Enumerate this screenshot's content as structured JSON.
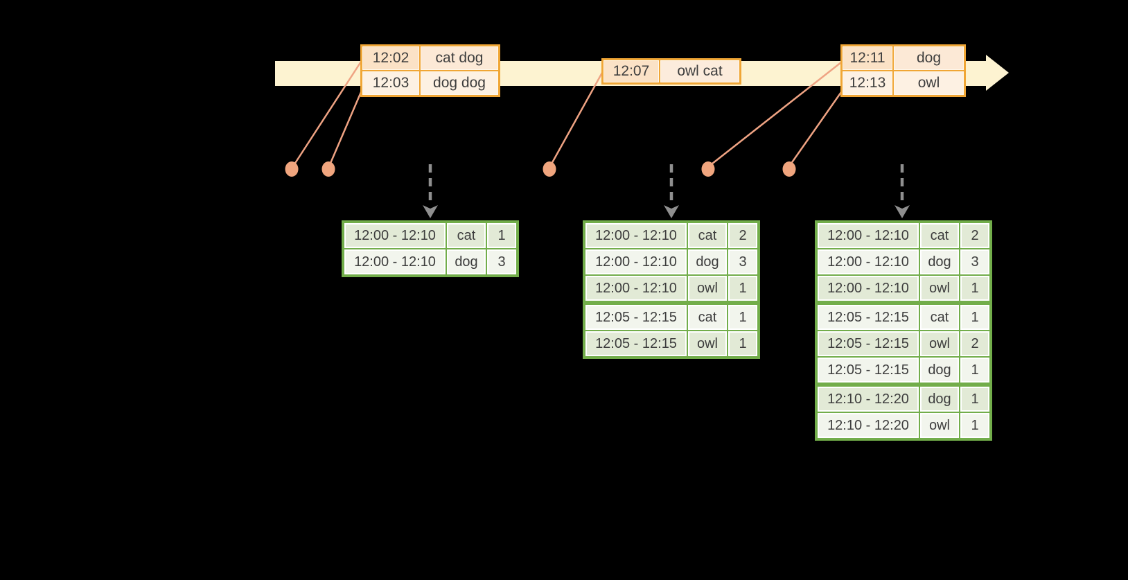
{
  "colors": {
    "background": "#000000",
    "timeline_band": "#fdf3d1",
    "event_table_border": "#f0a636",
    "event_row_dark": "#fbe2c6",
    "event_row_light": "#fdf1e3",
    "connector_and_dots": "#efa383",
    "result_table_border": "#72ad4a",
    "result_row_dark": "#e2ead6",
    "result_row_light": "#f2f5ed",
    "dashed_arrow": "#8f8f8f",
    "text": "#3d3d3d"
  },
  "event_tables": [
    {
      "rows": [
        {
          "time": "12:02",
          "words": "cat dog"
        },
        {
          "time": "12:03",
          "words": "dog dog"
        }
      ]
    },
    {
      "rows": [
        {
          "time": "12:07",
          "words": "owl cat"
        }
      ]
    },
    {
      "rows": [
        {
          "time": "12:11",
          "words": "dog"
        },
        {
          "time": "12:13",
          "words": "owl"
        }
      ]
    }
  ],
  "result_tables": [
    {
      "rows": [
        {
          "window": "12:00 - 12:10",
          "word": "cat",
          "count": "1"
        },
        {
          "window": "12:00 - 12:10",
          "word": "dog",
          "count": "3"
        }
      ]
    },
    {
      "rows": [
        {
          "window": "12:00 - 12:10",
          "word": "cat",
          "count": "2"
        },
        {
          "window": "12:00 - 12:10",
          "word": "dog",
          "count": "3"
        },
        {
          "window": "12:00 - 12:10",
          "word": "owl",
          "count": "1"
        },
        {
          "window": "12:05 - 12:15",
          "word": "cat",
          "count": "1"
        },
        {
          "window": "12:05 - 12:15",
          "word": "owl",
          "count": "1"
        }
      ]
    },
    {
      "rows": [
        {
          "window": "12:00 - 12:10",
          "word": "cat",
          "count": "2"
        },
        {
          "window": "12:00 - 12:10",
          "word": "dog",
          "count": "3"
        },
        {
          "window": "12:00 - 12:10",
          "word": "owl",
          "count": "1"
        },
        {
          "window": "12:05 - 12:15",
          "word": "cat",
          "count": "1"
        },
        {
          "window": "12:05 - 12:15",
          "word": "owl",
          "count": "2"
        },
        {
          "window": "12:05 - 12:15",
          "word": "dog",
          "count": "1"
        },
        {
          "window": "12:10 - 12:20",
          "word": "dog",
          "count": "1"
        },
        {
          "window": "12:10 - 12:20",
          "word": "owl",
          "count": "1"
        }
      ]
    }
  ]
}
